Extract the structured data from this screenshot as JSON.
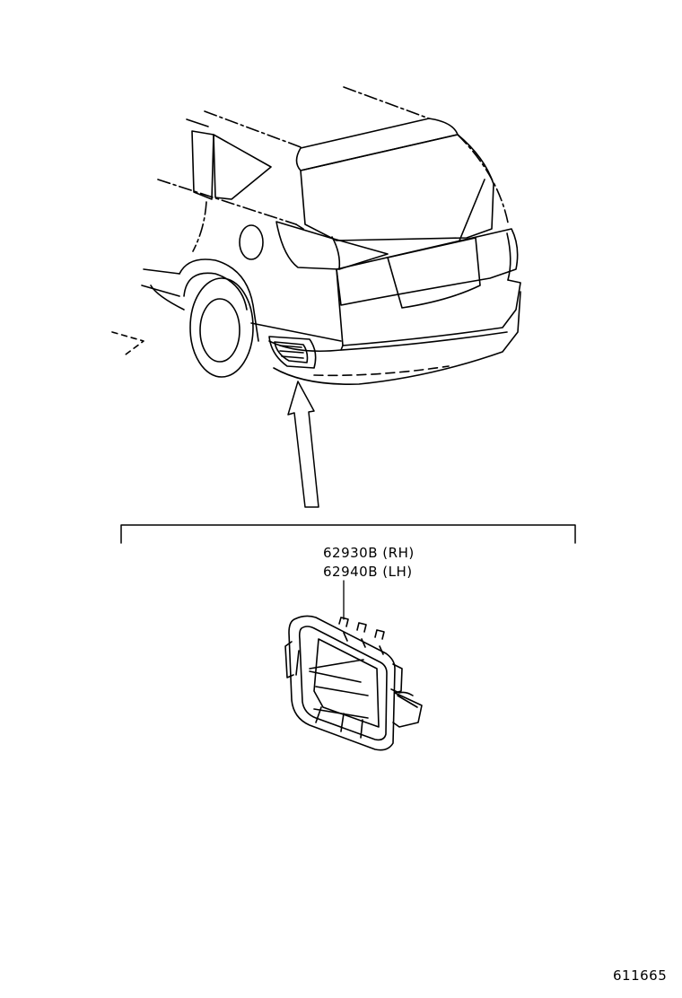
{
  "diagram": {
    "parts": [
      {
        "part_number": "62930B",
        "side": "(RH)"
      },
      {
        "part_number": "62940B",
        "side": "(LH)"
      }
    ],
    "diagram_id": "611665"
  }
}
